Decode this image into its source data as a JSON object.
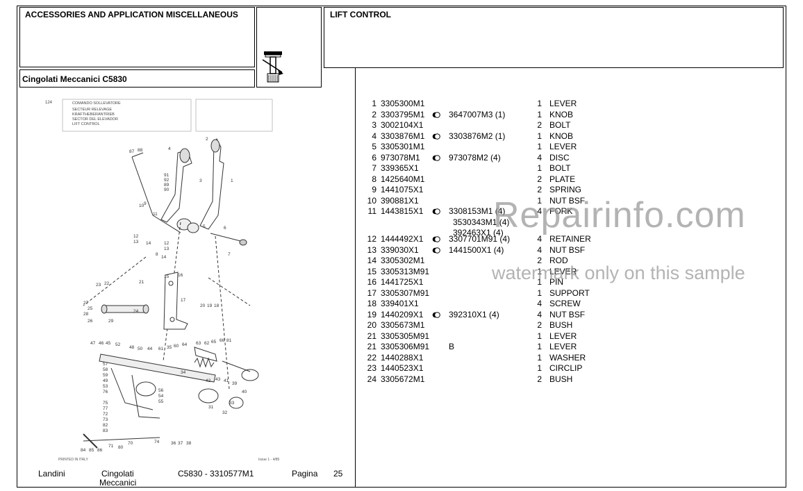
{
  "header": {
    "section_title": "ACCESSORIES AND APPLICATION MISCELLANEOUS",
    "model_title": "Cingolati Meccanici C5830",
    "group_title": "LIFT CONTROL"
  },
  "diagram": {
    "page_ref": "124",
    "group_titles": [
      "COMANDO SOLLEVATORE",
      "SECTEUR RELEVAGE",
      "KRAFTHEBERANTRIEB",
      "SECTOR DEL ELEVADOR",
      "LIFT CONTROL"
    ],
    "print_note": "PRINTED IN ITALY",
    "issue_note": "Issue 1 - 4/85",
    "callouts": [
      "87",
      "88",
      "4",
      "3",
      "2",
      "1",
      "91",
      "92",
      "89",
      "90",
      "10",
      "9",
      "11",
      "5",
      "6",
      "7",
      "12",
      "13",
      "14",
      "12",
      "13",
      "8",
      "14",
      "15",
      "16",
      "22",
      "23",
      "21",
      "17",
      "20",
      "19",
      "18",
      "24",
      "27",
      "25",
      "28",
      "29",
      "26",
      "47",
      "46",
      "45",
      "52",
      "50",
      "48",
      "44",
      "61",
      "35",
      "60",
      "64",
      "63",
      "62",
      "65",
      "66",
      "81",
      "57",
      "58",
      "59",
      "49",
      "53",
      "76",
      "54",
      "75",
      "77",
      "72",
      "73",
      "55",
      "82",
      "56",
      "34",
      "42",
      "43",
      "41",
      "39",
      "40",
      "31",
      "32",
      "33",
      "36",
      "37",
      "38",
      "74",
      "80",
      "83",
      "84",
      "85",
      "86",
      "71",
      "70"
    ]
  },
  "parts": [
    {
      "ref": "1",
      "pn": "3305300M1",
      "alt": [],
      "qty": "1",
      "desc": "LEVER"
    },
    {
      "ref": "2",
      "pn": "3303795M1",
      "ex": true,
      "alt": [
        "3647007M3  (1)"
      ],
      "qty": "1",
      "desc": "KNOB"
    },
    {
      "ref": "3",
      "pn": "3002104X1",
      "alt": [],
      "qty": "2",
      "desc": "BOLT"
    },
    {
      "ref": "4",
      "pn": "3303876M1",
      "ex": true,
      "alt": [
        "3303876M2  (1)"
      ],
      "qty": "1",
      "desc": "KNOB"
    },
    {
      "ref": "5",
      "pn": "3305301M1",
      "alt": [],
      "qty": "1",
      "desc": "LEVER"
    },
    {
      "ref": "6",
      "pn": "973078M1",
      "ex": true,
      "alt": [
        "973078M2  (4)"
      ],
      "qty": "4",
      "desc": "DISC"
    },
    {
      "ref": "7",
      "pn": "339365X1",
      "alt": [],
      "qty": "1",
      "desc": "BOLT"
    },
    {
      "ref": "8",
      "pn": "1425640M1",
      "alt": [],
      "qty": "2",
      "desc": "PLATE"
    },
    {
      "ref": "9",
      "pn": "1441075X1",
      "alt": [],
      "qty": "2",
      "desc": "SPRING"
    },
    {
      "ref": "10",
      "pn": "390881X1",
      "alt": [],
      "qty": "1",
      "desc": "NUT BSF"
    },
    {
      "ref": "11",
      "pn": "1443815X1",
      "ex": true,
      "alt": [
        "3308153M1  (4)",
        "3530343M1  (4)",
        "392463X1  (4)"
      ],
      "qty": "4",
      "desc": "FORK"
    },
    {
      "ref": "12",
      "pn": "1444492X1",
      "ex": true,
      "alt": [
        "3307701M91  (4)"
      ],
      "qty": "4",
      "desc": "RETAINER"
    },
    {
      "ref": "13",
      "pn": "339030X1",
      "ex": true,
      "alt": [
        "1441500X1  (4)"
      ],
      "qty": "4",
      "desc": "NUT BSF"
    },
    {
      "ref": "14",
      "pn": "3305302M1",
      "alt": [],
      "qty": "2",
      "desc": "ROD"
    },
    {
      "ref": "15",
      "pn": "3305313M91",
      "alt": [],
      "qty": "1",
      "desc": "LEVER"
    },
    {
      "ref": "16",
      "pn": "1441725X1",
      "alt": [],
      "qty": "1",
      "desc": "PIN"
    },
    {
      "ref": "17",
      "pn": "3305307M91",
      "alt": [],
      "qty": "1",
      "desc": "SUPPORT"
    },
    {
      "ref": "18",
      "pn": "339401X1",
      "alt": [],
      "qty": "4",
      "desc": "SCREW"
    },
    {
      "ref": "19",
      "pn": "1440209X1",
      "ex": true,
      "alt": [
        "392310X1  (4)"
      ],
      "qty": "4",
      "desc": "NUT BSF"
    },
    {
      "ref": "20",
      "pn": "3305673M1",
      "alt": [],
      "qty": "2",
      "desc": "BUSH"
    },
    {
      "ref": "21",
      "pn": "3305305M91",
      "alt": [],
      "qty": "1",
      "desc": "LEVER"
    },
    {
      "ref": "21",
      "pn": "3305306M91",
      "alt": [
        "B"
      ],
      "qty": "1",
      "desc": "LEVER"
    },
    {
      "ref": "22",
      "pn": "1440288X1",
      "alt": [],
      "qty": "1",
      "desc": "WASHER"
    },
    {
      "ref": "23",
      "pn": "1440523X1",
      "alt": [],
      "qty": "1",
      "desc": "CIRCLIP"
    },
    {
      "ref": "24",
      "pn": "3305672M1",
      "alt": [],
      "qty": "2",
      "desc": "BUSH"
    }
  ],
  "footer": {
    "brand": "Landini",
    "series_line1": "Cingolati",
    "series_line2": "Meccanici",
    "model_code": "C5830 - 3310577M1",
    "page_label": "Pagina",
    "page_number": "25"
  },
  "watermark": {
    "line1": "Repairinfo.com",
    "line2": "watermark only on this sample"
  }
}
